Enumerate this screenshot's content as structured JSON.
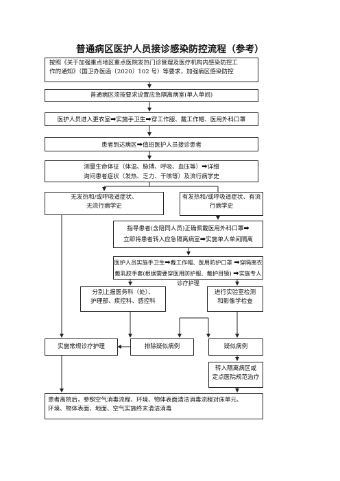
{
  "title": "普通病区医护人员接诊感染防控流程（参考）",
  "boxes": {
    "b1_line1": "按照《关于加强重点地区重点医院发热门诊管理及医疗机构内感染防控工",
    "b1_line2": "作的通知》（国卫办医函〔2020〕102 号）等要求，加强病区感染防控",
    "b2": "普通病区须按要求设置应急隔离病室(单人单间)",
    "b3_a": "医护人员进入更衣室",
    "b3_b": "实施手卫生",
    "b3_c": "穿工作服、戴工作帽、医用外科口罩",
    "b4_a": "患者到达病区",
    "b4_b": "值班医护人员接诊患者",
    "b5_line1a": "测量生命体征（体温、脉搏、呼吸、血压等）",
    "b5_line1b": "详细",
    "b5_line2": "询问患者症状（发热、乏力、干咳等）及流行病学史",
    "b6_line1": "无发热和/或呼吸道症状、",
    "b6_line2": "无流行病学史",
    "b7_line1": "有发热和/或呼吸道症状、有流",
    "b7_line2": "行病学史",
    "b8_line1": "指导患者(含陪同人员)正确佩戴医用外科口罩",
    "b8_line2a": "立即将患者转入应急隔离病室",
    "b8_line2b": "实施单人单间隔离",
    "b9_line1a": "医护人员实施手卫生",
    "b9_line1b": "戴工作帽、医用防护口罩",
    "b9_line1c": "穿隔离衣",
    "b9_line2a": "戴乳胶手套(根据需要穿医用防护服、戴护目镜)",
    "b9_line2b": "实施专人诊疗护理",
    "b10_line1": "分别上报医务科（处）、",
    "b10_line2": "护理部、疾控科、感控科",
    "b11_line1": "进行实验室检测",
    "b11_line2": "和影像学检查",
    "b12": "实施常规诊疗护理",
    "b13": "排除疑似病例",
    "b14": "疑似病例",
    "b15_line1": "转入隔离病区或",
    "b15_line2": "定点医院规范治疗",
    "b16_line1": "患者离院后，参照空气消毒流程、环境、物体表面清洁消毒流程对床单元、",
    "b16_line2": "环境、物体表面、地面、空气实施终末清洁消毒"
  },
  "arrow_glyph": "➡"
}
